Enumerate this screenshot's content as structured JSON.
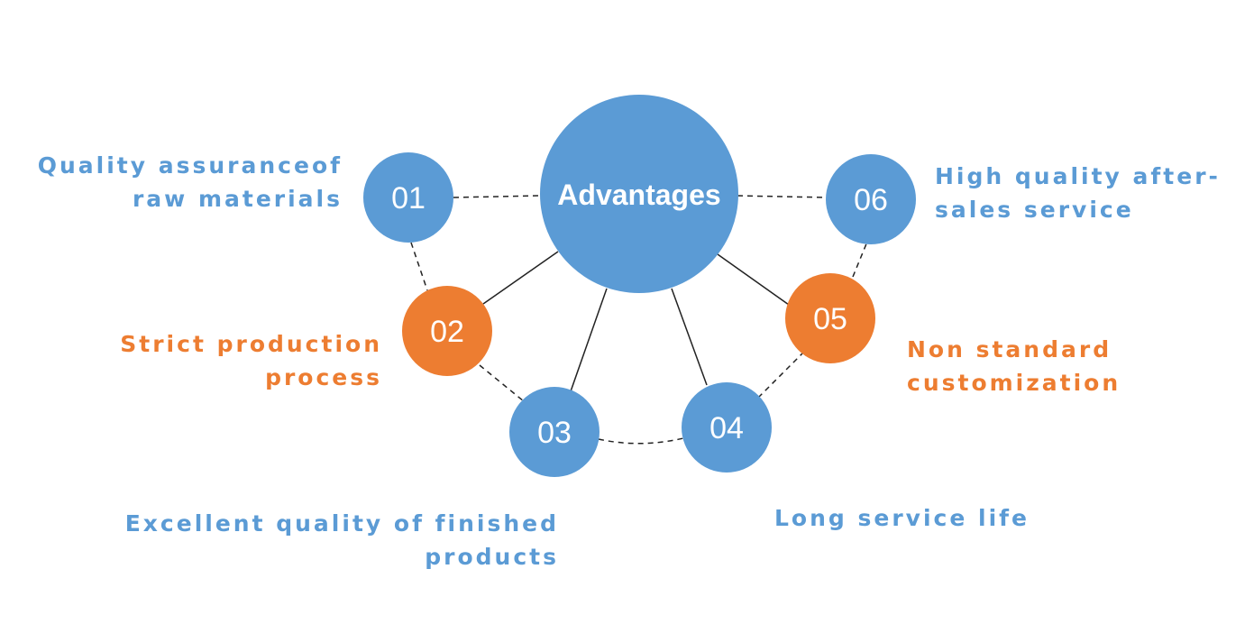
{
  "colors": {
    "blue": "#5b9bd5",
    "orange": "#ed7d31",
    "line": "#222222"
  },
  "center": {
    "label": "Advantages"
  },
  "nodes": [
    {
      "number": "01",
      "color": "blue",
      "label_lines": [
        "Quality assuranceof",
        "raw materials"
      ]
    },
    {
      "number": "02",
      "color": "orange",
      "label_lines": [
        "Strict production",
        "process"
      ]
    },
    {
      "number": "03",
      "color": "blue",
      "label_lines": [
        "Excellent quality of finished",
        "products"
      ]
    },
    {
      "number": "04",
      "color": "blue",
      "label_lines": [
        "Long service life"
      ]
    },
    {
      "number": "05",
      "color": "orange",
      "label_lines": [
        "Non standard",
        "customization"
      ]
    },
    {
      "number": "06",
      "color": "blue",
      "label_lines": [
        "High quality after-",
        "sales service"
      ]
    }
  ]
}
